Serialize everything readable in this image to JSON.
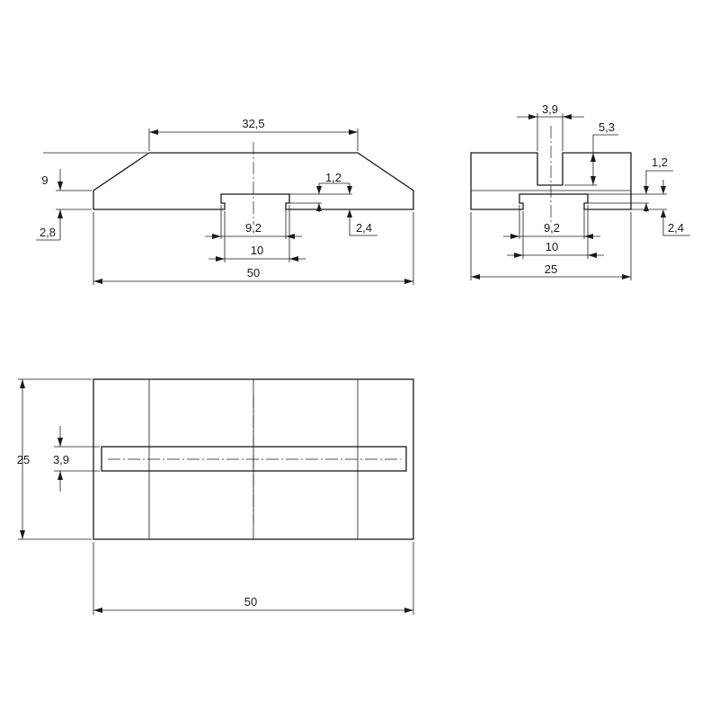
{
  "front_view": {
    "top_width": "32,5",
    "height": "9",
    "edge_height": "2,8",
    "slot_lip": "1,2",
    "slot_depth": "2,4",
    "slot_inner_width": "9,2",
    "slot_outer_width": "10",
    "overall_width": "50"
  },
  "side_view": {
    "groove_width": "3,9",
    "groove_depth": "5,3",
    "slot_lip": "1,2",
    "slot_depth": "2,4",
    "slot_inner_width": "9,2",
    "slot_outer_width": "10",
    "overall_width": "25"
  },
  "top_view": {
    "overall_depth": "25",
    "groove_width": "3,9",
    "overall_width": "50"
  }
}
